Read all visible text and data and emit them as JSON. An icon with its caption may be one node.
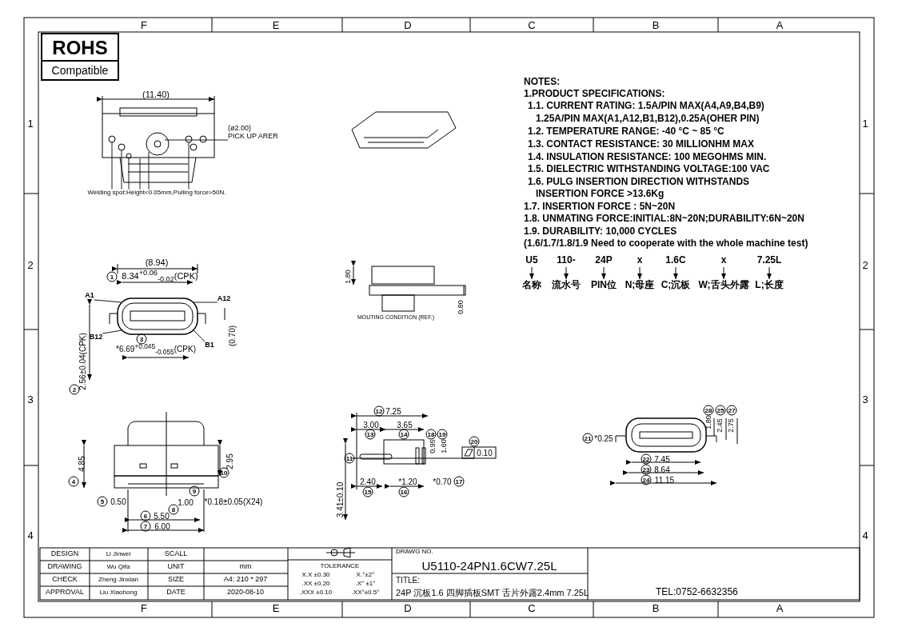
{
  "diagram": {
    "nodes": [
      {
        "text": [
          "(ø2.00)",
          "PICK UP ARER"
        ]
      },
      {
        "text": [
          "Welding spot:Height<0.05mm,Pulling  force>50N."
        ]
      },
      {
        "text": [
          "A1"
        ]
      },
      {
        "text": [
          "A12"
        ]
      },
      {
        "text": [
          "B12"
        ]
      },
      {
        "text": [
          "B1"
        ]
      },
      {
        "text": [],
        "shape": "picture"
      },
      {
        "text": [],
        "shape": "picture"
      }
    ],
    "edges": [
      {
        "from": 0,
        "to": 6,
        "arrow": "none"
      },
      {
        "from": 1,
        "to": 6,
        "arrow": "none"
      },
      {
        "from": 1,
        "to": 6,
        "arrow": "none"
      },
      {
        "from": 1,
        "to": 6,
        "arrow": "none"
      },
      {
        "from": 1,
        "to": 6,
        "arrow": "none"
      },
      {
        "from": 1,
        "to": 6,
        "arrow": "none"
      },
      {
        "from": 1,
        "to": 6,
        "arrow": "none"
      },
      {
        "from": 2,
        "to": 7,
        "arrow": "none"
      },
      {
        "from": 3,
        "to": 7,
        "arrow": "none"
      },
      {
        "from": 4,
        "to": 7,
        "arrow": "none"
      },
      {
        "from": 5,
        "to": 7,
        "arrow": "none"
      }
    ],
    "labels": [
      "F",
      "E",
      "D",
      "C",
      "B",
      "A",
      "F",
      "E",
      "D",
      "C",
      "B",
      "A",
      "1",
      "2",
      "3",
      "4",
      "1",
      "2",
      "3",
      "4",
      "ROHS",
      "Compatible",
      "(11.40)",
      "(8.94)",
      "1",
      "8.34$^{+0.06}$$_{-0.02}$(CPK)",
      "3",
      "*6.69$^{+0.045}$$_{-0.055}$(CPK)",
      "(0.70)",
      "2",
      "2.56±0.04(CPK)",
      "1.80",
      "0.80",
      "MOUTING CONDITION (REF.)",
      "NOTES:",
      "1.PRODUCT SPECIFICATIONS:",
      "1.1. CURRENT RATING: 1.5A/PIN MAX(A4,A9,B4,B9)",
      "1.25A/PIN MAX(A1,A12,B1,B12),0.25A(OHER PIN)",
      "1.2. TEMPERATURE RANGE: -40 °C ~ 85 °C",
      "1.3. CONTACT RESISTANCE: 30 MILLIONHM MAX",
      "1.4. INSULATION RESISTANCE: 100 MEGOHMS MIN.",
      "1.5. DIELECTRIC WITHSTANDING VOLTAGE:100 VAC",
      "1.6. PULG INSERTION DIRECTION WITHSTANDS",
      "INSERTION FORCE >13.6Kg",
      "1.7. INSERTION FORCE : 5N~20N",
      "1.8. UNMATING FORCE:INITIAL:8N~20N;DURABILITY:6N~20N",
      "1.9. DURABILITY:  10,000 CYCLES",
      "(1.6/1.7/1.8/1.9 Need to cooperate with the whole machine test)",
      "U5",
      "110-",
      "24P",
      "x",
      "1.6C",
      "x",
      "7.25L",
      "名称",
      "流水号",
      "PIN位",
      "N;母座",
      "C;沉板",
      "W;舌头外露",
      "L;长度",
      "4",
      "4.85",
      "2.95",
      "10",
      "5",
      "0.50",
      "1.00",
      "8",
      "9",
      "*0.18±0.05(X24)",
      "6",
      "5.50",
      "7",
      "6.00",
      "12",
      "7.25",
      "3.00",
      "3.65",
      "13",
      "14",
      "18",
      "19",
      "0.95",
      "1.60",
      "20",
      "0.10",
      "11",
      "2.40",
      "*1.20",
      "*0.70",
      "17",
      "15",
      "16",
      "3.41±0.10",
      "21",
      "*0.25",
      "28",
      "25",
      "27",
      "1.80",
      "2.45",
      "2.75",
      "22",
      "7.45",
      "23",
      "8.64",
      "24",
      "11.15",
      "DESIGN",
      "Li Jinwei",
      "SCALL",
      "DRAWING",
      "Wu Qifa",
      "UNIT",
      "mm",
      "CHECK",
      "Zheng Jinxlan",
      "SIZE",
      "A4: 210 * 297",
      "APPROVAL",
      "Liu Xiaohong",
      "DATE",
      "2020-08-10",
      "TOLERANCE",
      "X.X  ±0.30",
      "X.°±2°",
      ".XX  ±0.20",
      ".X° ±1°",
      ".XXX  ±0.10",
      ".XX°±0.5°",
      "DRAWG NO.",
      "U5110-24PN1.6CW7.25L",
      "TITLE:",
      "24P 沉板1.6 四脚插板SMT 舌片外露2.4mm 7.25L",
      "TEL:0752-6632356"
    ]
  }
}
